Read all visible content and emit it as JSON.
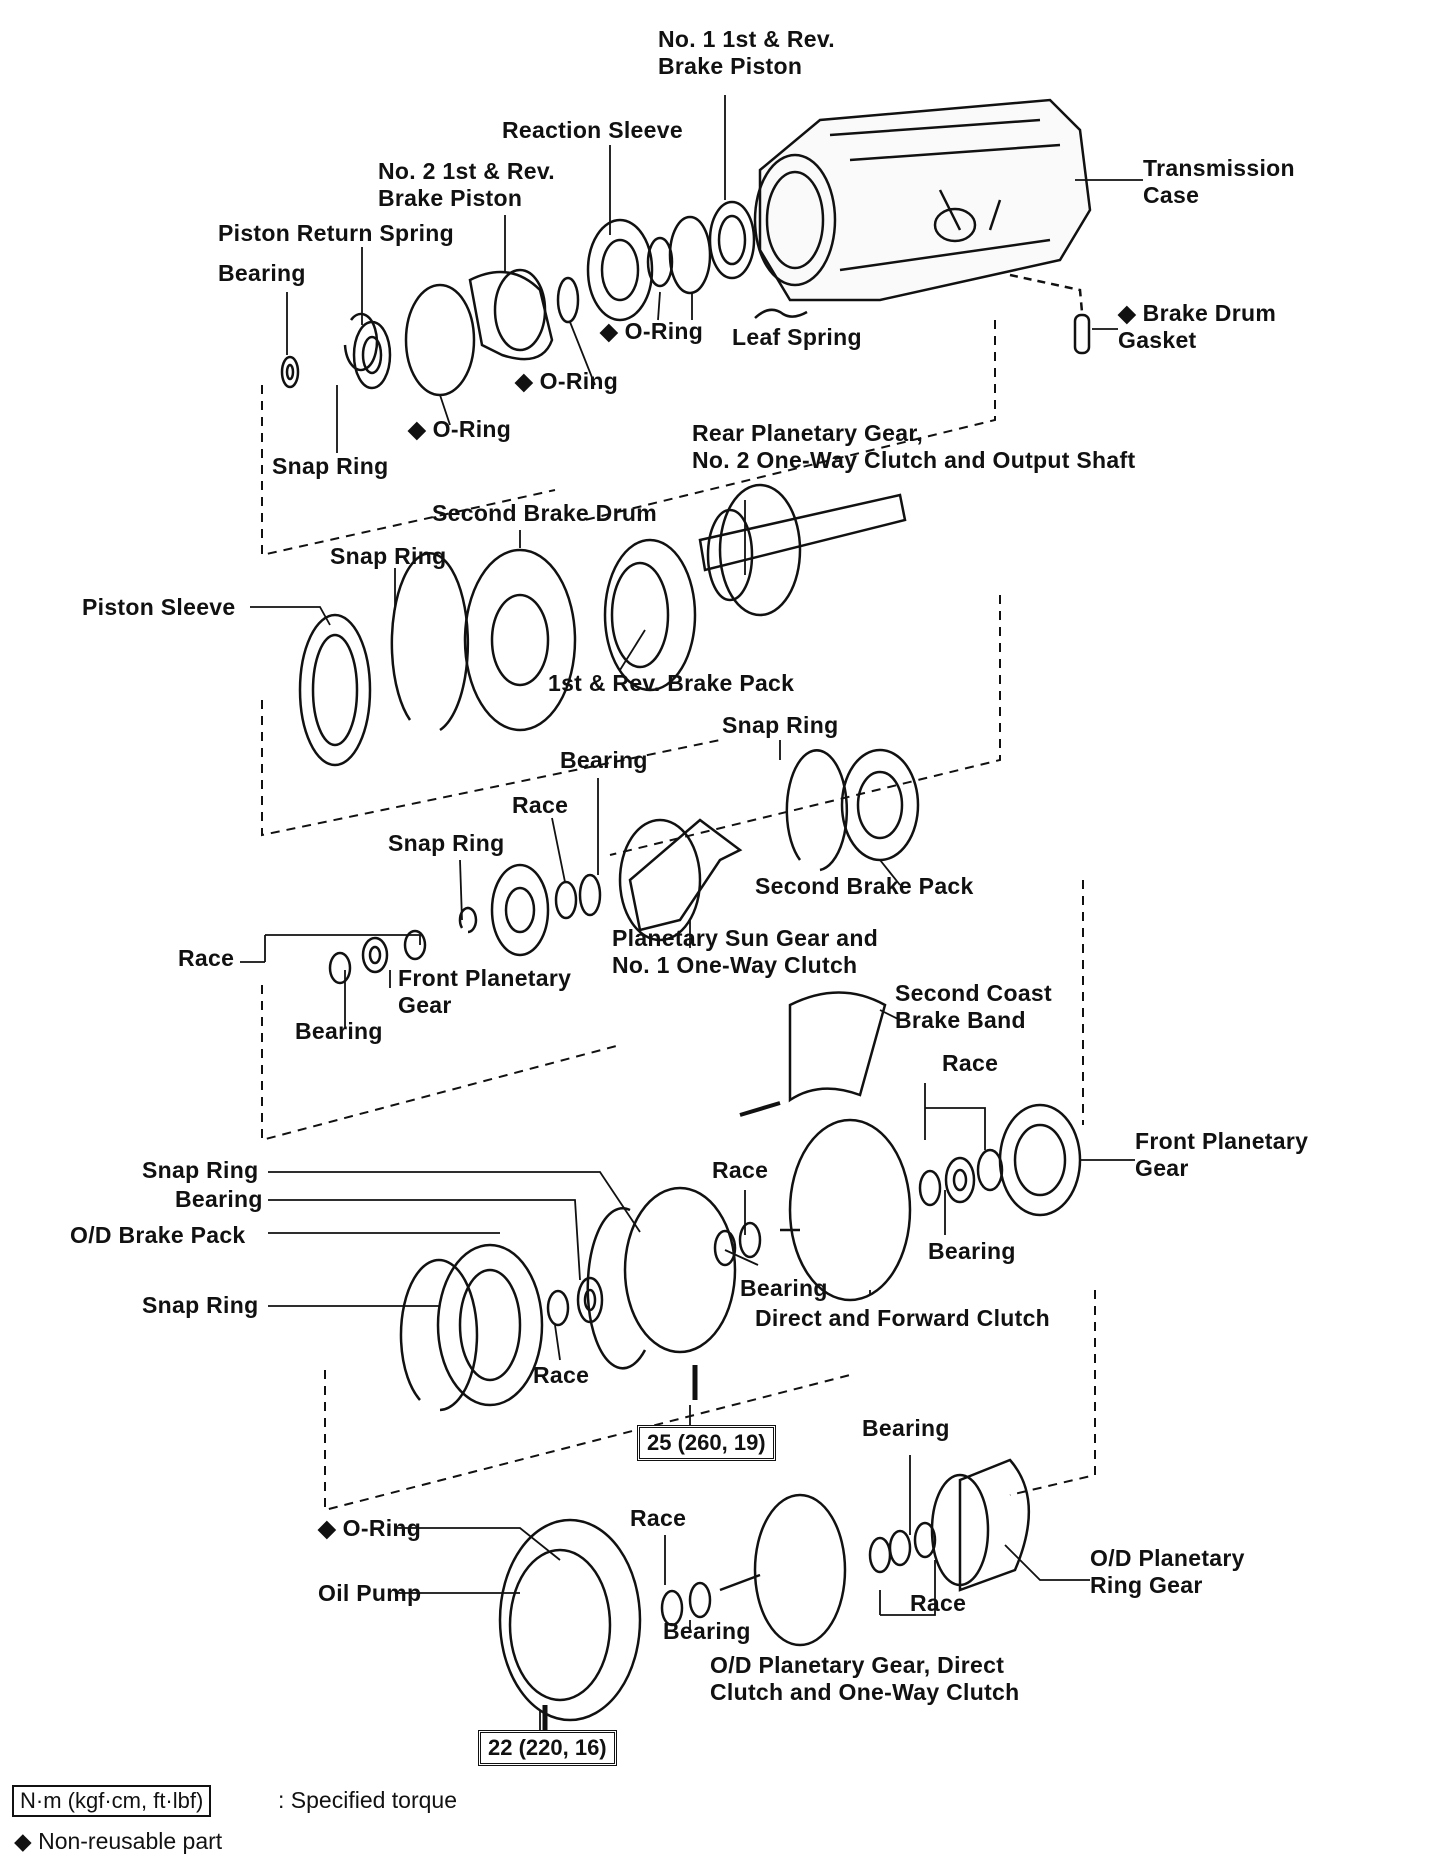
{
  "labels": {
    "brake_piston_1": "No. 1 1st & Rev.\nBrake Piston",
    "transmission_case": "Transmission\nCase",
    "reaction_sleeve": "Reaction Sleeve",
    "brake_piston_2": "No. 2 1st & Rev.\nBrake Piston",
    "piston_return_spring": "Piston Return Spring",
    "bearing_top": "Bearing",
    "oring_1": "◆ O-Ring",
    "leaf_spring": "Leaf Spring",
    "brake_drum_gasket": "◆ Brake Drum\nGasket",
    "oring_2": "◆ O-Ring",
    "oring_3": "◆ O-Ring",
    "snap_ring_top": "Snap Ring",
    "rear_planetary": "Rear Planetary Gear,\nNo. 2 One-Way Clutch and Output Shaft",
    "second_brake_drum": "Second Brake Drum",
    "snap_ring_2": "Snap Ring",
    "piston_sleeve": "Piston Sleeve",
    "first_rev_brake_pack": "1st & Rev. Brake Pack",
    "snap_ring_3": "Snap Ring",
    "bearing_mid": "Bearing",
    "race_mid": "Race",
    "snap_ring_4": "Snap Ring",
    "second_brake_pack": "Second Brake Pack",
    "race_left": "Race",
    "planetary_sun": "Planetary Sun Gear and\nNo. 1 One-Way Clutch",
    "front_planetary_left": "Front Planetary\nGear",
    "bearing_left": "Bearing",
    "second_coast_band": "Second Coast\nBrake Band",
    "race_r1": "Race",
    "front_planetary_right": "Front Planetary\nGear",
    "snap_ring_5": "Snap Ring",
    "bearing_5": "Bearing",
    "od_brake_pack": "O/D Brake Pack",
    "race_r2": "Race",
    "bearing_r2": "Bearing",
    "bearing_r3": "Bearing",
    "direct_forward": "Direct and Forward Clutch",
    "snap_ring_6": "Snap Ring",
    "race_low": "Race",
    "bearing_low_r": "Bearing",
    "oring_low": "◆ O-Ring",
    "race_pump": "Race",
    "oil_pump": "Oil Pump",
    "bearing_pump": "Bearing",
    "od_planetary_gear": "O/D Planetary Gear, Direct\nClutch and One-Way Clutch",
    "race_low_r": "Race",
    "od_ring_gear": "O/D Planetary\nRing Gear"
  },
  "torque": {
    "t1": "25 (260, 19)",
    "t2": "22 (220, 16)"
  },
  "legend": {
    "unit_box": "N·m (kgf·cm, ft·lbf)",
    "unit_text": ": Specified torque",
    "nonreusable": "◆  Non-reusable part"
  }
}
